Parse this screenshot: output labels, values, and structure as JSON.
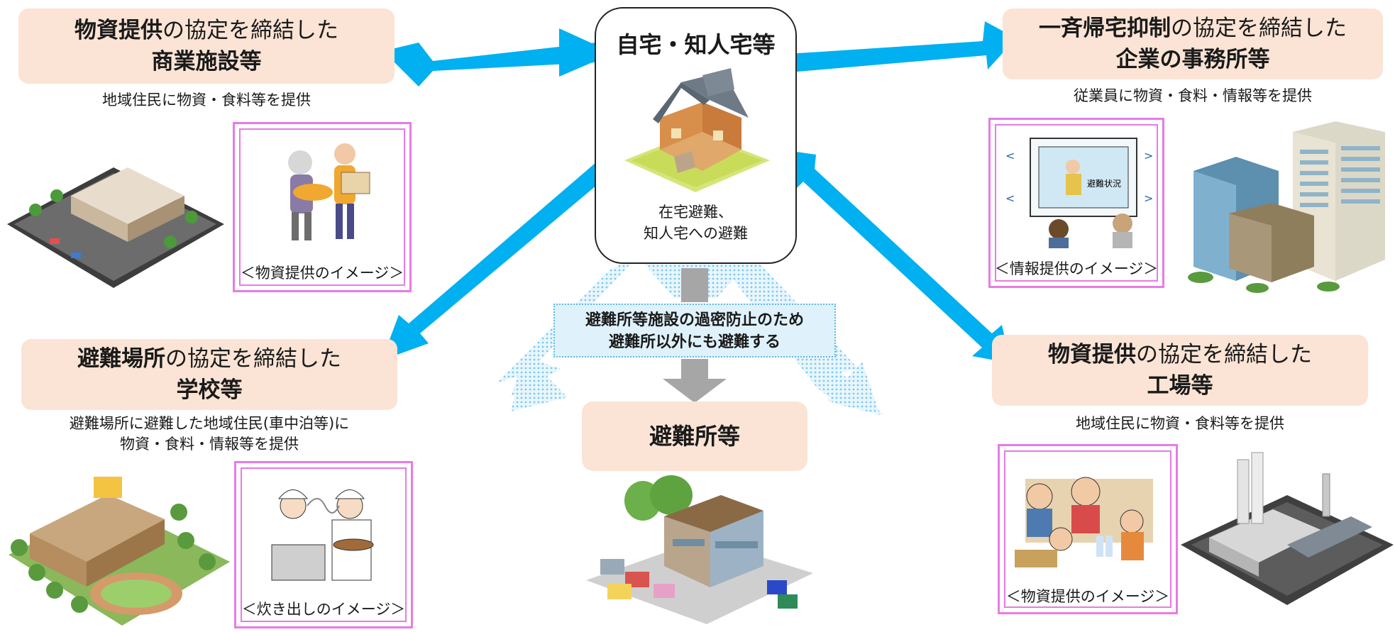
{
  "center": {
    "title": "自宅・知人宅等",
    "subtitle_line1": "在宅避難、",
    "subtitle_line2": "知人宅への避難"
  },
  "banner": {
    "line1": "避難所等施設の過密防止のため",
    "line2": "避難所以外にも避難する"
  },
  "shelter": {
    "label": "避難所等"
  },
  "boxes": {
    "commercial": {
      "title_bold": "物資提供",
      "title_rest": "の協定を締結した",
      "line2": "商業施設等",
      "desc": "地域住民に物資・食料等を提供",
      "image_caption": "＜物資提供のイメージ＞"
    },
    "office": {
      "title_bold": "一斉帰宅抑制",
      "title_rest": "の協定を締結した",
      "line2": "企業の事務所等",
      "desc": "従業員に物資・食料・情報等を提供",
      "image_caption": "＜情報提供のイメージ＞"
    },
    "school": {
      "title_bold": "避難場所",
      "title_rest": "の協定を締結した",
      "line2": "学校等",
      "desc_line1": "避難場所に避難した地域住民(車中泊等)に",
      "desc_line2": "物資・食料・情報等を提供",
      "image_caption": "＜炊き出しのイメージ＞"
    },
    "factory": {
      "title_bold": "物資提供",
      "title_rest": "の協定を締結した",
      "line2": "工場等",
      "desc": "地域住民に物資・食料等を提供",
      "image_caption": "＜物資提供のイメージ＞"
    }
  },
  "colors": {
    "arrow_blue": "#00b0f0",
    "box_fill": "#fbe4d5",
    "frame_pink": "#e77be6",
    "gray_arrow": "#a6a6a6"
  }
}
